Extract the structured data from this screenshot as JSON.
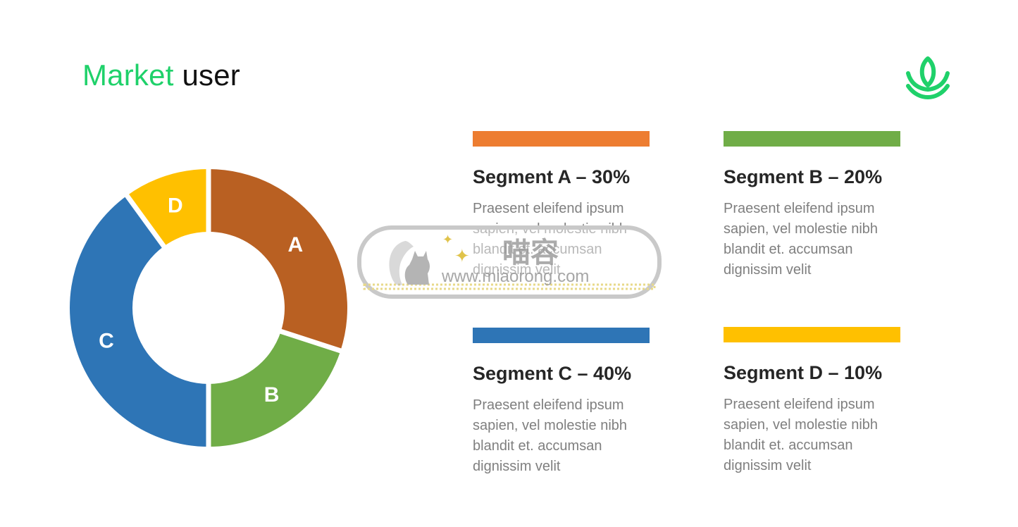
{
  "header": {
    "title_accent": "Market",
    "title_rest": "user"
  },
  "logo": {
    "icon": "lotus-leaf-icon",
    "color": "#1fd16a"
  },
  "chart_data": {
    "type": "pie",
    "variant": "donut",
    "title": "",
    "categories": [
      "A",
      "B",
      "C",
      "D"
    ],
    "values": [
      30,
      20,
      40,
      10
    ],
    "colors": [
      "#b96022",
      "#70ad47",
      "#2e75b6",
      "#ffc000"
    ],
    "legend": "right"
  },
  "segments": [
    {
      "id": "A",
      "heading": "Segment A – 30%",
      "color": "#ed7d31",
      "description": "Praesent eleifend ipsum sapien, vel molestie nibh blandit et. accumsan dignissim velit"
    },
    {
      "id": "B",
      "heading": "Segment B – 20%",
      "color": "#70ad47",
      "description": "Praesent eleifend ipsum sapien, vel molestie nibh blandit et. accumsan dignissim velit"
    },
    {
      "id": "C",
      "heading": "Segment C – 40%",
      "color": "#2e75b6",
      "description": "Praesent eleifend ipsum sapien, vel molestie nibh blandit et. accumsan dignissim velit"
    },
    {
      "id": "D",
      "heading": "Segment D – 10%",
      "color": "#ffc000",
      "description": "Praesent eleifend ipsum sapien, vel molestie nibh blandit et. accumsan dignissim velit"
    }
  ],
  "watermark": {
    "chars": "喵容",
    "url": "www.miaorong.com"
  }
}
